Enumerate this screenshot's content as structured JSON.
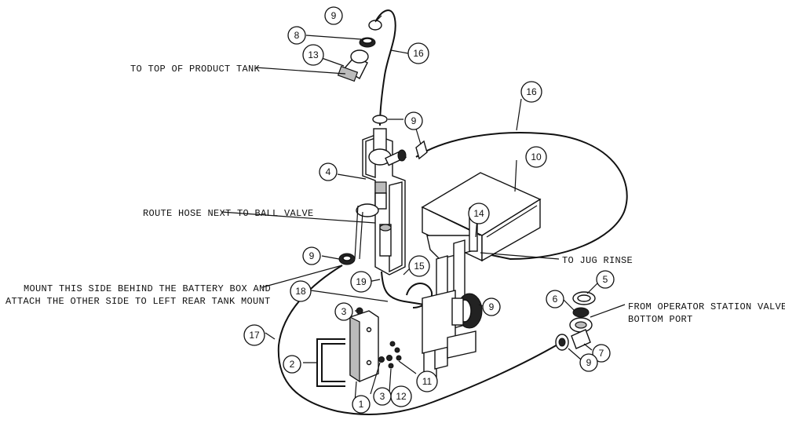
{
  "callouts": [
    {
      "id": "c-9-top",
      "text": "9"
    },
    {
      "id": "c-8",
      "text": "8"
    },
    {
      "id": "c-13",
      "text": "13"
    },
    {
      "id": "c-16-top",
      "text": "16"
    },
    {
      "id": "c-9-mid",
      "text": "9"
    },
    {
      "id": "c-16-right",
      "text": "16"
    },
    {
      "id": "c-4",
      "text": "4"
    },
    {
      "id": "c-10",
      "text": "10"
    },
    {
      "id": "c-14",
      "text": "14"
    },
    {
      "id": "c-9-left",
      "text": "9"
    },
    {
      "id": "c-15",
      "text": "15"
    },
    {
      "id": "c-19",
      "text": "19"
    },
    {
      "id": "c-18",
      "text": "18"
    },
    {
      "id": "c-9-right",
      "text": "9"
    },
    {
      "id": "c-5",
      "text": "5"
    },
    {
      "id": "c-6",
      "text": "6"
    },
    {
      "id": "c-3-top",
      "text": "3"
    },
    {
      "id": "c-17",
      "text": "17"
    },
    {
      "id": "c-7",
      "text": "7"
    },
    {
      "id": "c-9-bottom",
      "text": "9"
    },
    {
      "id": "c-2",
      "text": "2"
    },
    {
      "id": "c-11",
      "text": "11"
    },
    {
      "id": "c-12",
      "text": "12"
    },
    {
      "id": "c-3-bottom",
      "text": "3"
    },
    {
      "id": "c-1",
      "text": "1"
    }
  ],
  "notes": {
    "product_tank": "TO TOP OF PRODUCT TANK",
    "ball_valve": "ROUTE HOSE NEXT TO BALL VALVE",
    "jug_rinse": "TO JUG RINSE",
    "mount_line1": "MOUNT THIS SIDE BEHIND THE BATTERY BOX AND",
    "mount_line2": "ATTACH THE OTHER SIDE TO LEFT REAR TANK MOUNT",
    "operator_line1": "FROM OPERATOR STATION VALVE",
    "operator_line2": "BOTTOM PORT"
  }
}
